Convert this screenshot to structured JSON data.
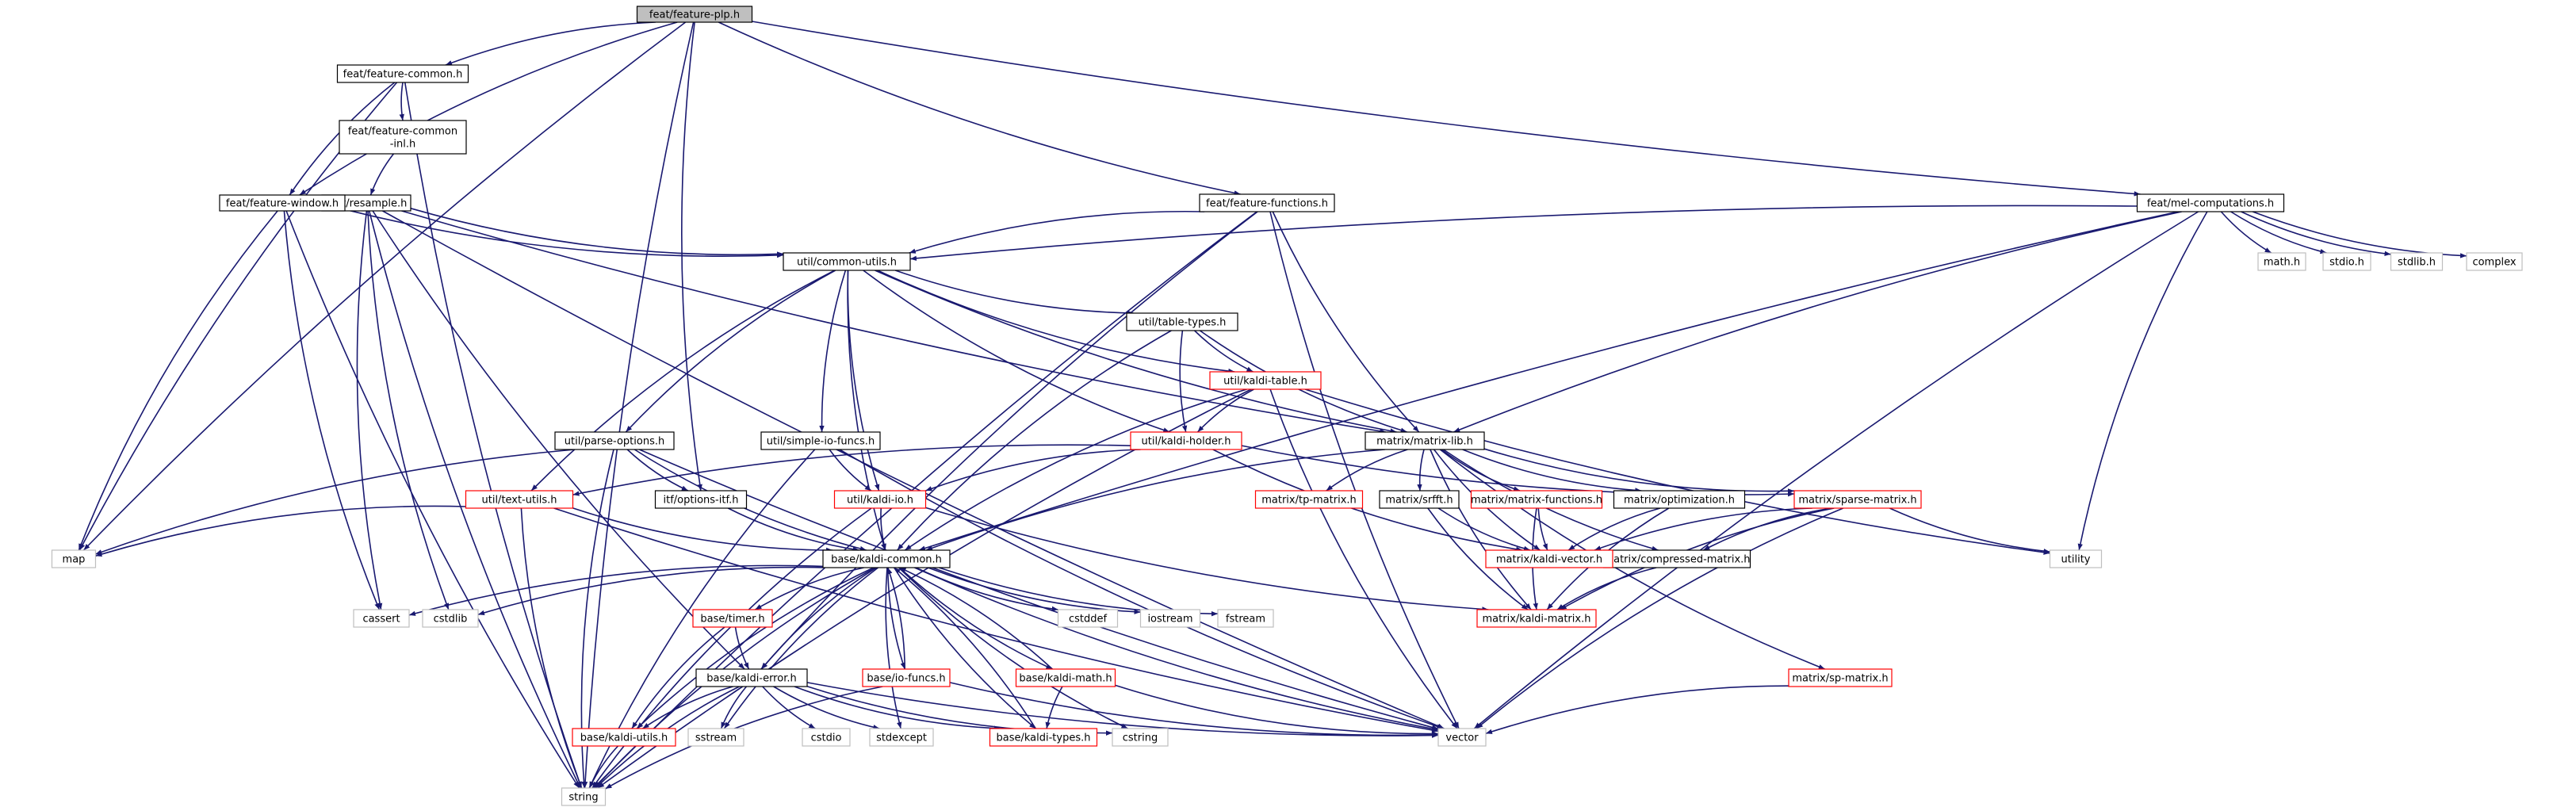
{
  "graph": {
    "nodes": [
      {
        "id": "root",
        "lines": [
          "feat/feature-plp.h"
        ],
        "kind": "root"
      },
      {
        "id": "fcommon",
        "lines": [
          "feat/feature-common.h"
        ],
        "kind": "normal"
      },
      {
        "id": "fcommoninl",
        "lines": [
          "feat/feature-common",
          "-inl.h"
        ],
        "kind": "normal"
      },
      {
        "id": "resample",
        "lines": [
          "feat/resample.h"
        ],
        "kind": "normal"
      },
      {
        "id": "fwindow",
        "lines": [
          "feat/feature-window.h"
        ],
        "kind": "normal"
      },
      {
        "id": "ffunctions",
        "lines": [
          "feat/feature-functions.h"
        ],
        "kind": "normal"
      },
      {
        "id": "melcomp",
        "lines": [
          "feat/mel-computations.h"
        ],
        "kind": "normal"
      },
      {
        "id": "commonutils",
        "lines": [
          "util/common-utils.h"
        ],
        "kind": "normal"
      },
      {
        "id": "tabletypes",
        "lines": [
          "util/table-types.h"
        ],
        "kind": "normal"
      },
      {
        "id": "kalditable",
        "lines": [
          "util/kaldi-table.h"
        ],
        "kind": "red"
      },
      {
        "id": "kaldiholder",
        "lines": [
          "util/kaldi-holder.h"
        ],
        "kind": "red"
      },
      {
        "id": "parseoptions",
        "lines": [
          "util/parse-options.h"
        ],
        "kind": "normal"
      },
      {
        "id": "simpleio",
        "lines": [
          "util/simple-io-funcs.h"
        ],
        "kind": "normal"
      },
      {
        "id": "textutils",
        "lines": [
          "util/text-utils.h"
        ],
        "kind": "red"
      },
      {
        "id": "optionsitf",
        "lines": [
          "itf/options-itf.h"
        ],
        "kind": "normal"
      },
      {
        "id": "kaldiio",
        "lines": [
          "util/kaldi-io.h"
        ],
        "kind": "red"
      },
      {
        "id": "matrixlib",
        "lines": [
          "matrix/matrix-lib.h"
        ],
        "kind": "normal"
      },
      {
        "id": "tpmatrix",
        "lines": [
          "matrix/tp-matrix.h"
        ],
        "kind": "red"
      },
      {
        "id": "srfft",
        "lines": [
          "matrix/srfft.h"
        ],
        "kind": "normal"
      },
      {
        "id": "matrixfunctions",
        "lines": [
          "matrix/matrix-functions.h"
        ],
        "kind": "red"
      },
      {
        "id": "optimization",
        "lines": [
          "matrix/optimization.h"
        ],
        "kind": "normal"
      },
      {
        "id": "sparsematrix",
        "lines": [
          "matrix/sparse-matrix.h"
        ],
        "kind": "red"
      },
      {
        "id": "compressedmatrix",
        "lines": [
          "matrix/compressed-matrix.h"
        ],
        "kind": "normal"
      },
      {
        "id": "kaldivector",
        "lines": [
          "matrix/kaldi-vector.h"
        ],
        "kind": "red"
      },
      {
        "id": "kaldimatrix",
        "lines": [
          "matrix/kaldi-matrix.h"
        ],
        "kind": "red"
      },
      {
        "id": "spmatrix",
        "lines": [
          "matrix/sp-matrix.h"
        ],
        "kind": "red"
      },
      {
        "id": "kaldicommon",
        "lines": [
          "base/kaldi-common.h"
        ],
        "kind": "normal"
      },
      {
        "id": "timer",
        "lines": [
          "base/timer.h"
        ],
        "kind": "red"
      },
      {
        "id": "kaldierror",
        "lines": [
          "base/kaldi-error.h"
        ],
        "kind": "normal"
      },
      {
        "id": "kaldiutils",
        "lines": [
          "base/kaldi-utils.h"
        ],
        "kind": "red"
      },
      {
        "id": "iofuncs",
        "lines": [
          "base/io-funcs.h"
        ],
        "kind": "red"
      },
      {
        "id": "kaldimath",
        "lines": [
          "base/kaldi-math.h"
        ],
        "kind": "red"
      },
      {
        "id": "kalditypes",
        "lines": [
          "base/kaldi-types.h"
        ],
        "kind": "red"
      },
      {
        "id": "map",
        "lines": [
          "map"
        ],
        "kind": "system"
      },
      {
        "id": "cassert",
        "lines": [
          "cassert"
        ],
        "kind": "system"
      },
      {
        "id": "cstdlib",
        "lines": [
          "cstdlib"
        ],
        "kind": "system"
      },
      {
        "id": "cstddef",
        "lines": [
          "cstddef"
        ],
        "kind": "system"
      },
      {
        "id": "iostream",
        "lines": [
          "iostream"
        ],
        "kind": "system"
      },
      {
        "id": "fstream",
        "lines": [
          "fstream"
        ],
        "kind": "system"
      },
      {
        "id": "sstream",
        "lines": [
          "sstream"
        ],
        "kind": "system"
      },
      {
        "id": "cstdio",
        "lines": [
          "cstdio"
        ],
        "kind": "system"
      },
      {
        "id": "stdexcept",
        "lines": [
          "stdexcept"
        ],
        "kind": "system"
      },
      {
        "id": "cstring",
        "lines": [
          "cstring"
        ],
        "kind": "system"
      },
      {
        "id": "vector",
        "lines": [
          "vector"
        ],
        "kind": "system"
      },
      {
        "id": "string",
        "lines": [
          "string"
        ],
        "kind": "system"
      },
      {
        "id": "utility",
        "lines": [
          "utility"
        ],
        "kind": "system"
      },
      {
        "id": "mathh",
        "lines": [
          "math.h"
        ],
        "kind": "system"
      },
      {
        "id": "stdioh",
        "lines": [
          "stdio.h"
        ],
        "kind": "system"
      },
      {
        "id": "stdlibh",
        "lines": [
          "stdlib.h"
        ],
        "kind": "system"
      },
      {
        "id": "complex",
        "lines": [
          "complex"
        ],
        "kind": "system"
      }
    ],
    "edges": [
      [
        "root",
        "fcommon"
      ],
      [
        "root",
        "fwindow"
      ],
      [
        "root",
        "map"
      ],
      [
        "root",
        "optionsitf"
      ],
      [
        "root",
        "ffunctions"
      ],
      [
        "root",
        "melcomp"
      ],
      [
        "root",
        "string"
      ],
      [
        "fcommon",
        "fcommoninl"
      ],
      [
        "fcommon",
        "fwindow"
      ],
      [
        "fcommon",
        "map"
      ],
      [
        "fcommon",
        "string"
      ],
      [
        "fcommoninl",
        "resample"
      ],
      [
        "fwindow",
        "commonutils"
      ],
      [
        "fwindow",
        "map"
      ],
      [
        "fwindow",
        "string"
      ],
      [
        "fwindow",
        "cassert"
      ],
      [
        "resample",
        "commonutils"
      ],
      [
        "resample",
        "matrixlib"
      ],
      [
        "resample",
        "kaldierror"
      ],
      [
        "resample",
        "string"
      ],
      [
        "resample",
        "cstdlib"
      ],
      [
        "resample",
        "vector"
      ],
      [
        "resample",
        "cassert"
      ],
      [
        "ffunctions",
        "commonutils"
      ],
      [
        "ffunctions",
        "matrixlib"
      ],
      [
        "ffunctions",
        "kaldierror"
      ],
      [
        "ffunctions",
        "string"
      ],
      [
        "ffunctions",
        "vector"
      ],
      [
        "melcomp",
        "commonutils"
      ],
      [
        "melcomp",
        "matrixlib"
      ],
      [
        "melcomp",
        "kaldicommon"
      ],
      [
        "melcomp",
        "mathh"
      ],
      [
        "melcomp",
        "stdioh"
      ],
      [
        "melcomp",
        "stdlibh"
      ],
      [
        "melcomp",
        "complex"
      ],
      [
        "melcomp",
        "utility"
      ],
      [
        "melcomp",
        "vector"
      ],
      [
        "commonutils",
        "parseoptions"
      ],
      [
        "commonutils",
        "textutils"
      ],
      [
        "commonutils",
        "simpleio"
      ],
      [
        "commonutils",
        "kaldiio"
      ],
      [
        "commonutils",
        "kaldiholder"
      ],
      [
        "commonutils",
        "kalditable"
      ],
      [
        "commonutils",
        "tabletypes"
      ],
      [
        "commonutils",
        "kaldicommon"
      ],
      [
        "commonutils",
        "matrixlib"
      ],
      [
        "tabletypes",
        "kalditable"
      ],
      [
        "tabletypes",
        "kaldiholder"
      ],
      [
        "tabletypes",
        "matrixlib"
      ],
      [
        "tabletypes",
        "kaldicommon"
      ],
      [
        "kalditable",
        "kaldiholder"
      ],
      [
        "kalditable",
        "kaldicommon"
      ],
      [
        "kalditable",
        "utility"
      ],
      [
        "kalditable",
        "vector"
      ],
      [
        "kalditable",
        "string"
      ],
      [
        "kaldiholder",
        "kaldiio"
      ],
      [
        "kaldiholder",
        "textutils"
      ],
      [
        "kaldiholder",
        "sparsematrix"
      ],
      [
        "kaldiholder",
        "kaldivector"
      ],
      [
        "parseoptions",
        "map"
      ],
      [
        "parseoptions",
        "string"
      ],
      [
        "parseoptions",
        "optionsitf"
      ],
      [
        "parseoptions",
        "kaldicommon"
      ],
      [
        "parseoptions",
        "vector"
      ],
      [
        "simpleio",
        "kaldiio"
      ],
      [
        "simpleio",
        "string"
      ],
      [
        "simpleio",
        "vector"
      ],
      [
        "textutils",
        "map"
      ],
      [
        "textutils",
        "string"
      ],
      [
        "textutils",
        "kaldicommon"
      ],
      [
        "textutils",
        "vector"
      ],
      [
        "optionsitf",
        "kaldicommon"
      ],
      [
        "kaldiio",
        "kaldicommon"
      ],
      [
        "kaldiio",
        "string"
      ],
      [
        "kaldiio",
        "kaldimatrix"
      ],
      [
        "matrixlib",
        "kaldicommon"
      ],
      [
        "matrixlib",
        "tpmatrix"
      ],
      [
        "matrixlib",
        "srfft"
      ],
      [
        "matrixlib",
        "matrixfunctions"
      ],
      [
        "matrixlib",
        "optimization"
      ],
      [
        "matrixlib",
        "sparsematrix"
      ],
      [
        "matrixlib",
        "compressedmatrix"
      ],
      [
        "matrixlib",
        "kaldivector"
      ],
      [
        "matrixlib",
        "kaldimatrix"
      ],
      [
        "matrixlib",
        "spmatrix"
      ],
      [
        "srfft",
        "kaldivector"
      ],
      [
        "srfft",
        "kaldimatrix"
      ],
      [
        "matrixfunctions",
        "kaldivector"
      ],
      [
        "matrixfunctions",
        "kaldimatrix"
      ],
      [
        "optimization",
        "kaldivector"
      ],
      [
        "optimization",
        "kaldimatrix"
      ],
      [
        "sparsematrix",
        "kaldivector"
      ],
      [
        "sparsematrix",
        "kaldimatrix"
      ],
      [
        "sparsematrix",
        "compressedmatrix"
      ],
      [
        "sparsematrix",
        "utility"
      ],
      [
        "sparsematrix",
        "vector"
      ],
      [
        "compressedmatrix",
        "kaldimatrix"
      ],
      [
        "spmatrix",
        "vector"
      ],
      [
        "kaldicommon",
        "cassert"
      ],
      [
        "kaldicommon",
        "cstdlib"
      ],
      [
        "kaldicommon",
        "cstddef"
      ],
      [
        "kaldicommon",
        "iostream"
      ],
      [
        "kaldicommon",
        "fstream"
      ],
      [
        "kaldicommon",
        "timer"
      ],
      [
        "kaldicommon",
        "kaldierror"
      ],
      [
        "kaldicommon",
        "kaldiutils"
      ],
      [
        "kaldicommon",
        "iofuncs"
      ],
      [
        "kaldicommon",
        "kaldimath"
      ],
      [
        "kaldicommon",
        "kalditypes"
      ],
      [
        "kaldicommon",
        "sstream"
      ],
      [
        "kaldicommon",
        "stdexcept"
      ],
      [
        "kaldicommon",
        "cstring"
      ],
      [
        "kaldicommon",
        "string"
      ],
      [
        "kaldicommon",
        "vector"
      ],
      [
        "timer",
        "kaldierror"
      ],
      [
        "timer",
        "kaldiutils"
      ],
      [
        "kaldierror",
        "kaldiutils"
      ],
      [
        "kaldierror",
        "kalditypes"
      ],
      [
        "kaldierror",
        "sstream"
      ],
      [
        "kaldierror",
        "cstdio"
      ],
      [
        "kaldierror",
        "stdexcept"
      ],
      [
        "kaldierror",
        "cstring"
      ],
      [
        "kaldierror",
        "vector"
      ],
      [
        "kaldierror",
        "string"
      ],
      [
        "kaldiutils",
        "string"
      ],
      [
        "iofuncs",
        "kaldicommon"
      ],
      [
        "iofuncs",
        "string"
      ],
      [
        "iofuncs",
        "vector"
      ],
      [
        "kaldimath",
        "kaldicommon"
      ],
      [
        "kaldimath",
        "kalditypes"
      ],
      [
        "kaldimath",
        "vector"
      ],
      [
        "kalditypes",
        "kaldicommon"
      ]
    ]
  },
  "colors": {
    "edge": "#191970",
    "root_fill": "#bfbfbf",
    "normal_border": "#000000",
    "red_border": "#ff0000",
    "system_border": "#bfbfbf",
    "text": "#000000"
  }
}
